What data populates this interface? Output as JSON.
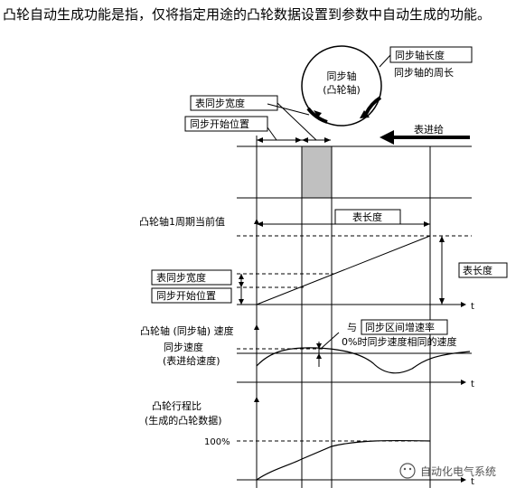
{
  "heading": "凸轮自动生成功能是指，仅将指定用途的凸轮数据设置到参数中自动生成的功能。",
  "cam_circle": {
    "center_line1": "同步轴",
    "center_line2": "(凸轮轴)"
  },
  "sync_axis_length": {
    "box_label": "同步轴长度",
    "note": "同步轴的周长"
  },
  "table_sync_width": "表同步宽度",
  "sync_start_position": "同步开始位置",
  "table_feed": "表进给",
  "panel1": {
    "table_length": "表长度",
    "title": "凸轮轴1周期当前值",
    "right_table_length": "表长度",
    "left_sync_width": "表同步宽度",
    "left_sync_start": "同步开始位置",
    "t_label": "t"
  },
  "panel2": {
    "title": "凸轮轴 (同步轴) 速度",
    "sub1": "同步速度",
    "sub2": "(表进给速度)",
    "callout_prefix": "与",
    "callout_box": "同步区间增速率",
    "callout_line2": "0%时同步速度相同的速度",
    "t_label": "t"
  },
  "panel3": {
    "title1": "凸轮行程比",
    "title2": "(生成的凸轮数据)",
    "pct": "100%",
    "t_label": "t"
  },
  "watermark": "自动化电气系统",
  "colors": {
    "line": "#000000",
    "sync_zone": "#c0c0c0",
    "watermark": "#555555"
  }
}
